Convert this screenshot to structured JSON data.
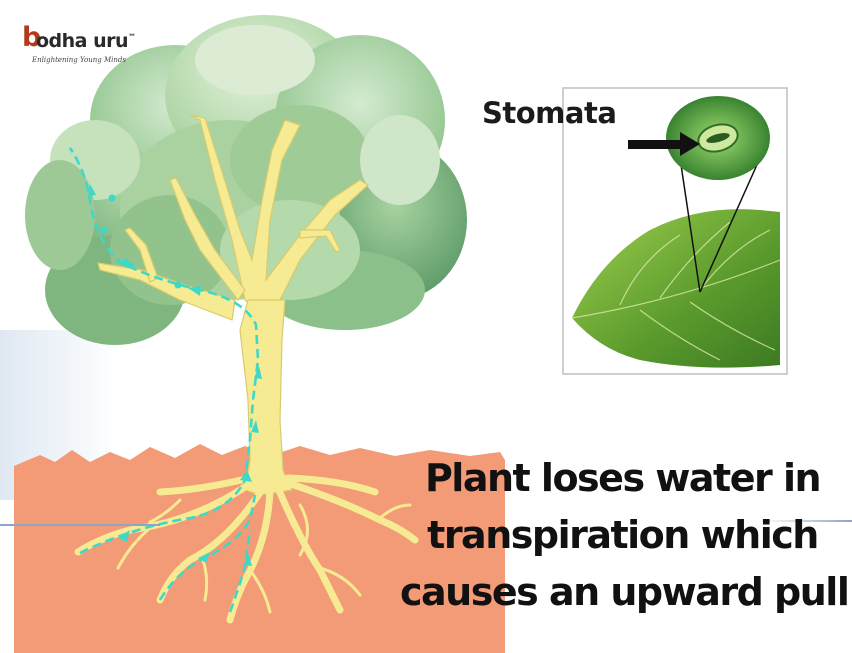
{
  "logo": {
    "brand_text": "odha uru",
    "brand_initial": "b",
    "trademark": "™",
    "tagline": "Enlightening Young Minds"
  },
  "labels": {
    "stomata": "Stomata"
  },
  "caption": {
    "line1": "Plant loses water in",
    "line2": "transpiration which",
    "line3": "causes an upward pull"
  },
  "colors": {
    "soil": "#f39a76",
    "trunk": "#f6eb92",
    "trunk_edge": "#d8cb6c",
    "foliage_light": "#b9d9a8",
    "foliage_mid": "#8cc08a",
    "foliage_dark": "#5f9c6a",
    "water_flow": "#3fd8c8",
    "leaf_green": "#5f9e2e",
    "inset_border": "#bfbfbf"
  },
  "icons": {
    "arrow": "black-arrow-pointing-right",
    "flow_arrows": "cyan-arrow-heads"
  }
}
